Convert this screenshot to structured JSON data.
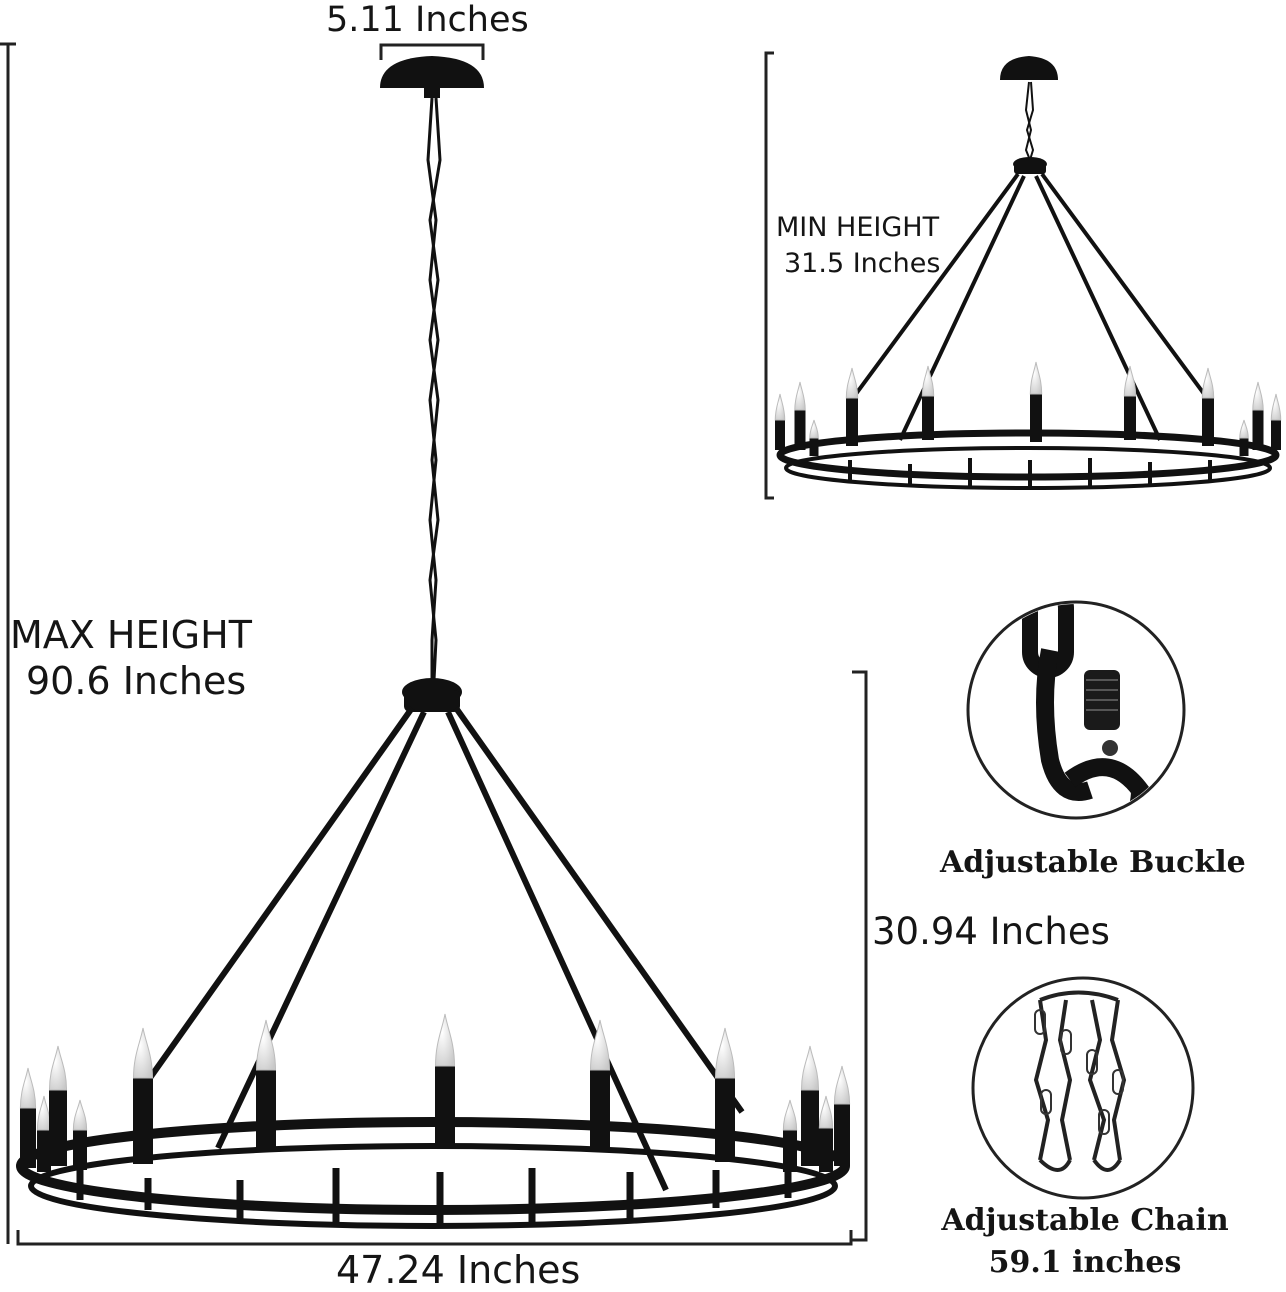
{
  "dimensions": {
    "canopy_width": "5.11 Inches",
    "max_height_label": "MAX HEIGHT",
    "max_height_value": "90.6 Inches",
    "min_height_label": "MIN HEIGHT",
    "min_height_value": "31.5 Inches",
    "body_height": "30.94 Inches",
    "diameter": "47.24 Inches"
  },
  "details": {
    "buckle_caption": "Adjustable Buckle",
    "chain_caption": "Adjustable Chain",
    "chain_length": "59.1 inches"
  },
  "colors": {
    "metal": "#111111",
    "bulb": "#e9e9e9",
    "line": "#222222"
  }
}
